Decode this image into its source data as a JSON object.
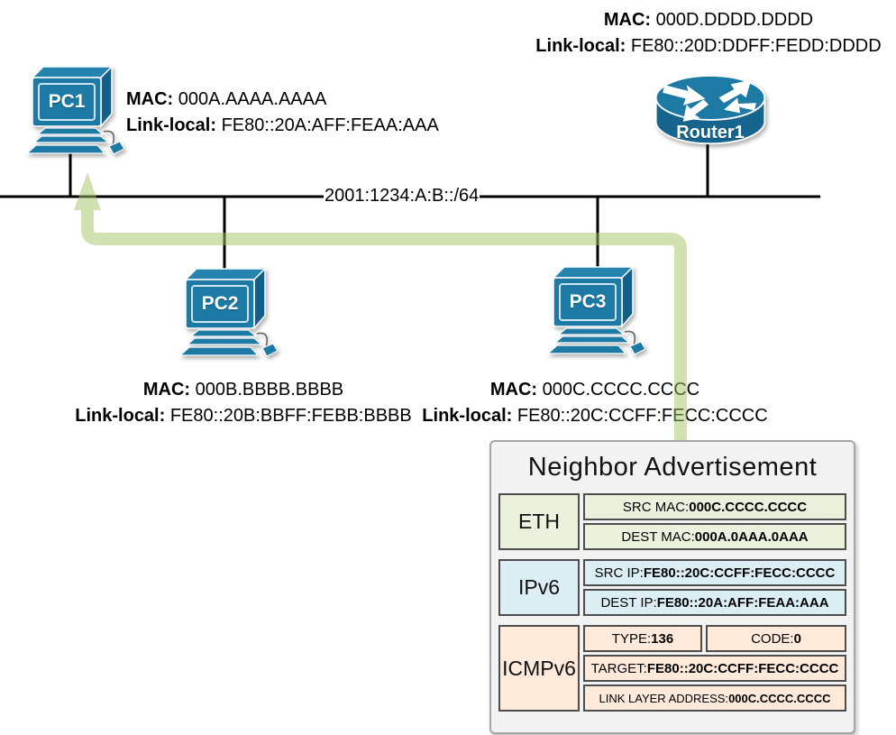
{
  "network": {
    "subnet_label": "2001:1234:A:B::/64",
    "devices": [
      {
        "name": "PC1",
        "icon": "pc-icon",
        "mac_label": "MAC: ",
        "mac": "000A.AAAA.AAAA",
        "ll_label": "Link-local: ",
        "link_local": "FE80::20A:AFF:FEAA:AAA"
      },
      {
        "name": "PC2",
        "icon": "pc-icon",
        "mac_label": "MAC: ",
        "mac": "000B.BBBB.BBBB",
        "ll_label": "Link-local: ",
        "link_local": "FE80::20B:BBFF:FEBB:BBBB"
      },
      {
        "name": "PC3",
        "icon": "pc-icon",
        "mac_label": "MAC: ",
        "mac": "000C.CCCC.CCCC",
        "ll_label": "Link-local: ",
        "link_local": "FE80::20C:CCFF:FECC:CCCC"
      },
      {
        "name": "Router1",
        "icon": "router-icon",
        "mac_label": "MAC: ",
        "mac": "000D.DDDD.DDDD",
        "ll_label": "Link-local: ",
        "link_local": "FE80::20D:DDFF:FEDD:DDDD"
      }
    ]
  },
  "packet": {
    "title": "Neighbor Advertisement",
    "sections": [
      {
        "label": "ETH",
        "rows": [
          {
            "label": "SRC MAC: ",
            "value": "000C.CCCC.CCCC"
          },
          {
            "label": "DEST MAC: ",
            "value": "000A.0AAA.0AAA"
          }
        ]
      },
      {
        "label": "IPv6",
        "rows": [
          {
            "label": "SRC IP: ",
            "value": "FE80::20C:CCFF:FECC:CCCC"
          },
          {
            "label": "DEST IP: ",
            "value": "FE80::20A:AFF:FEAA:AAA"
          }
        ]
      },
      {
        "label": "ICMPv6",
        "type_label": "TYPE:",
        "type_value": "136",
        "code_label": "CODE: ",
        "code_value": "0",
        "target_label": "TARGET: ",
        "target_value": "FE80::20C:CCFF:FECC:CCCC",
        "lla_label": "LINK LAYER ADDRESS: ",
        "lla_value": "000C.CCCC.CCCC"
      }
    ]
  },
  "colors": {
    "device_blue": "#1c7aa5",
    "arrow_green": "#a4c364",
    "eth_bg": "#eaf1dd",
    "ipv6_bg": "#daeef3",
    "icmpv6_bg": "#fdeada",
    "card_bg": "#f2f2f2"
  }
}
